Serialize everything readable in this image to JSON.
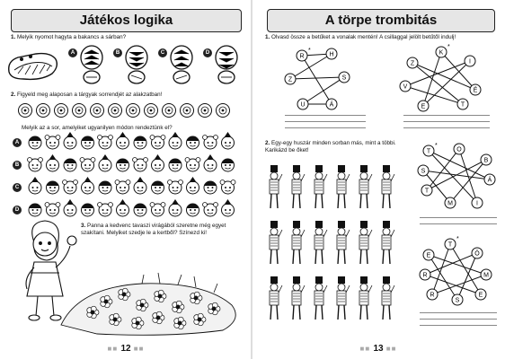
{
  "left_page": {
    "title": "Játékos logika",
    "task1": {
      "num": "1.",
      "text": "Melyik nyomot hagyta a bakancs a sárban?",
      "options": [
        "A",
        "B",
        "C",
        "D"
      ]
    },
    "task2": {
      "num": "2.",
      "text": "Figyeld meg alaposan a tárgyak sorrendjét az alakzatban!",
      "question": "Melyik az a sor, amelyiket ugyanilyen módon rendeztünk el?",
      "rows": [
        "A",
        "B",
        "C",
        "D"
      ]
    },
    "task3": {
      "num": "3.",
      "text": "Panna a kedvenc tavaszi virágából szeretne még egyet szakítani. Melyiket szedje le a kertből? Színezd ki!"
    },
    "page_number": "12"
  },
  "right_page": {
    "title": "A törpe trombitás",
    "task1": {
      "num": "1.",
      "text": "Olvasd össze a betűket a vonalak mentén! A csillaggal jelölt betűtől indulj!"
    },
    "task2": {
      "num": "2.",
      "text": "Egy-egy huszár minden sorban más, mint a többi. Karikázd be őket!"
    },
    "puzzle1": [
      "R",
      "H",
      "Z",
      "S",
      "U",
      "Á"
    ],
    "puzzle2": [
      "K",
      "Z",
      "I",
      "V",
      "É",
      "E",
      "T"
    ],
    "puzzle3": [
      "T",
      "O",
      "S",
      "B",
      "Á",
      "T",
      "M",
      "I"
    ],
    "puzzle4": [
      "T",
      "E",
      "Ö",
      "R",
      "M",
      "R",
      "S",
      "E"
    ],
    "page_number": "13"
  },
  "colors": {
    "title_bg": "#e6e6e6",
    "ink": "#111111"
  }
}
